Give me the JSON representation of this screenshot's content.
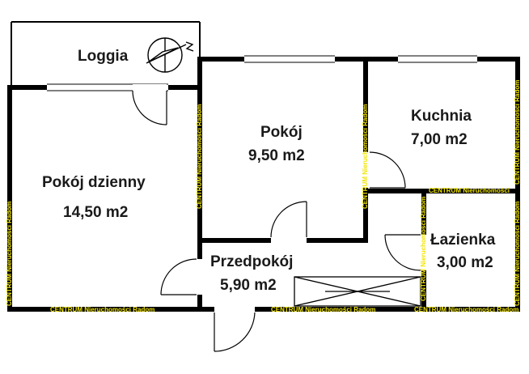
{
  "rooms": {
    "loggia": {
      "name": "Loggia"
    },
    "living_room": {
      "name": "Pokój dzienny",
      "area": "14,50 m2"
    },
    "room": {
      "name": "Pokój",
      "area": "9,50 m2"
    },
    "kitchen": {
      "name": "Kuchnia",
      "area": "7,00 m2"
    },
    "bathroom": {
      "name": "Łazienka",
      "area": "3,00 m2"
    },
    "hallway": {
      "name": "Przedpokój",
      "area": "5,90 m2"
    }
  },
  "watermarks": {
    "short": "CENTRUM Nieruchomości",
    "full": "CENTRUM Nieruchomości Radom"
  },
  "colors": {
    "wall": "#000000",
    "window": "#ffffff",
    "watermark": "#f2e600"
  },
  "icons": {
    "compass": "compass-icon"
  }
}
